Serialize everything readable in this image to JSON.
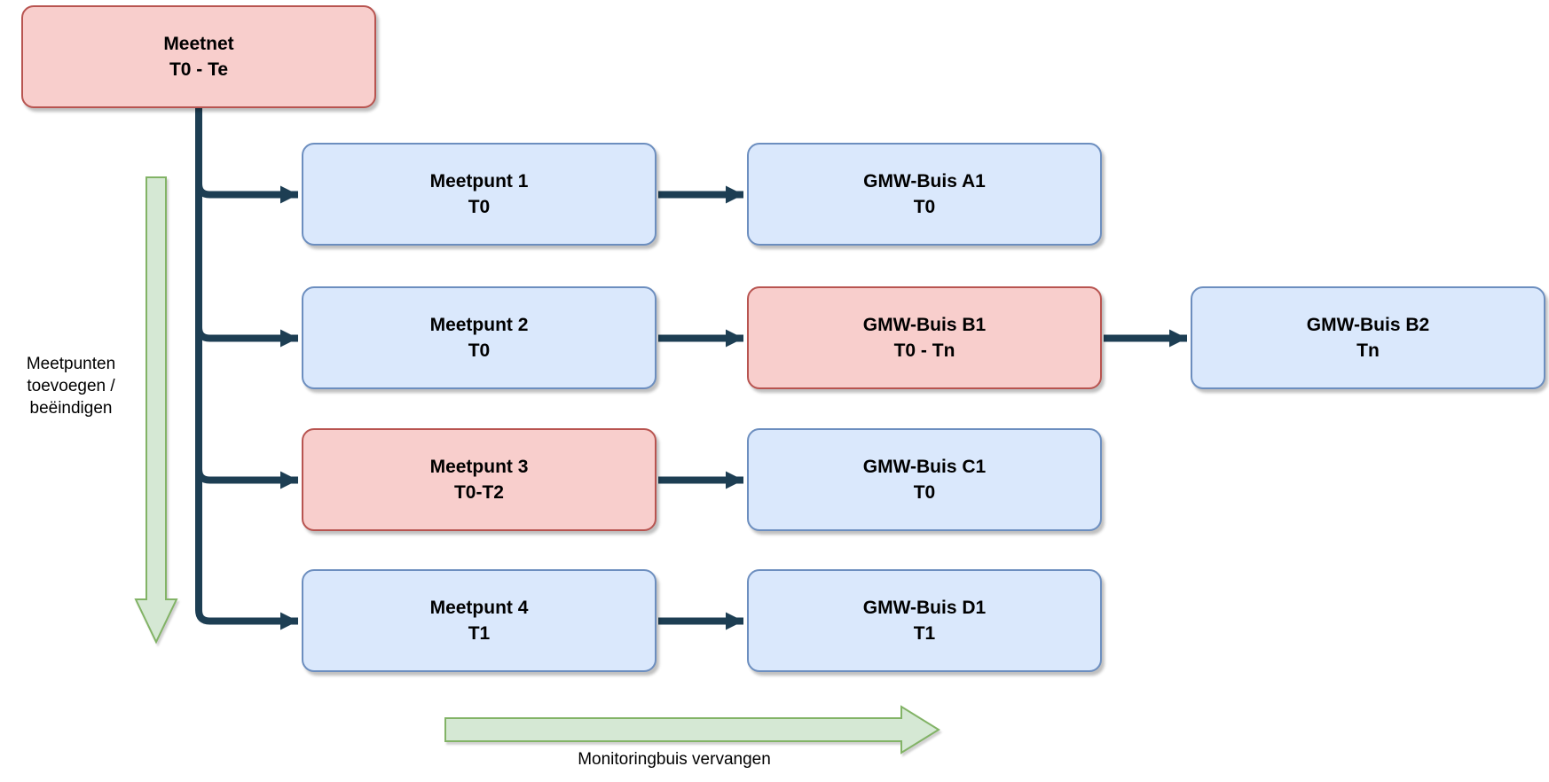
{
  "diagram": {
    "nodes": {
      "meetnet": {
        "title": "Meetnet",
        "period": "T0 - Te"
      },
      "meetpunt1": {
        "title": "Meetpunt 1",
        "period": "T0"
      },
      "meetpunt2": {
        "title": "Meetpunt 2",
        "period": "T0"
      },
      "meetpunt3": {
        "title": "Meetpunt 3",
        "period": "T0-T2"
      },
      "meetpunt4": {
        "title": "Meetpunt 4",
        "period": "T1"
      },
      "gmw_a1": {
        "title": "GMW-Buis A1",
        "period": "T0"
      },
      "gmw_b1": {
        "title": "GMW-Buis B1",
        "period": "T0 - Tn"
      },
      "gmw_b2": {
        "title": "GMW-Buis B2",
        "period": "Tn"
      },
      "gmw_c1": {
        "title": "GMW-Buis C1",
        "period": "T0"
      },
      "gmw_d1": {
        "title": "GMW-Buis D1",
        "period": "T1"
      }
    },
    "annotations": {
      "left_arrow_label_line1": "Meetpunten",
      "left_arrow_label_line2": "toevoegen /",
      "left_arrow_label_line3": "beëindigen",
      "bottom_arrow_label": "Monitoringbuis vervangen"
    },
    "colors": {
      "highlight_fill": "#f8cecc",
      "highlight_border": "#b85450",
      "normal_fill": "#dae8fc",
      "normal_border": "#6c8ebf",
      "connector": "#1d3e53",
      "timeline_fill": "#d5e8d4",
      "timeline_border": "#82b366"
    }
  }
}
